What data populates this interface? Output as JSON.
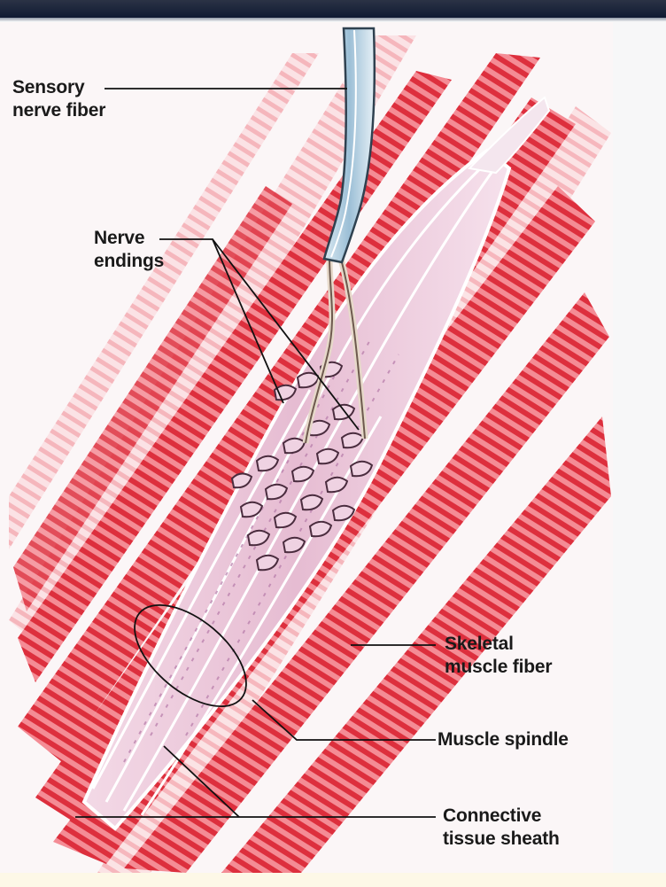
{
  "labels": {
    "sensory": {
      "line1": "Sensory",
      "line2": "nerve fiber"
    },
    "nerve_endings": {
      "line1": "Nerve",
      "line2": "endings"
    },
    "skeletal": {
      "line1": "Skeletal",
      "line2": "muscle fiber"
    },
    "spindle": {
      "line1": "Muscle spindle"
    },
    "sheath": {
      "line1": "Connective",
      "line2": "tissue sheath"
    }
  },
  "colors": {
    "muscle": "#e0333f",
    "muscle_light": "#f07a85",
    "spindle_fill": "#e8c3d6",
    "nerve_blue": "#aac8dd",
    "header": "#0f1a33"
  }
}
